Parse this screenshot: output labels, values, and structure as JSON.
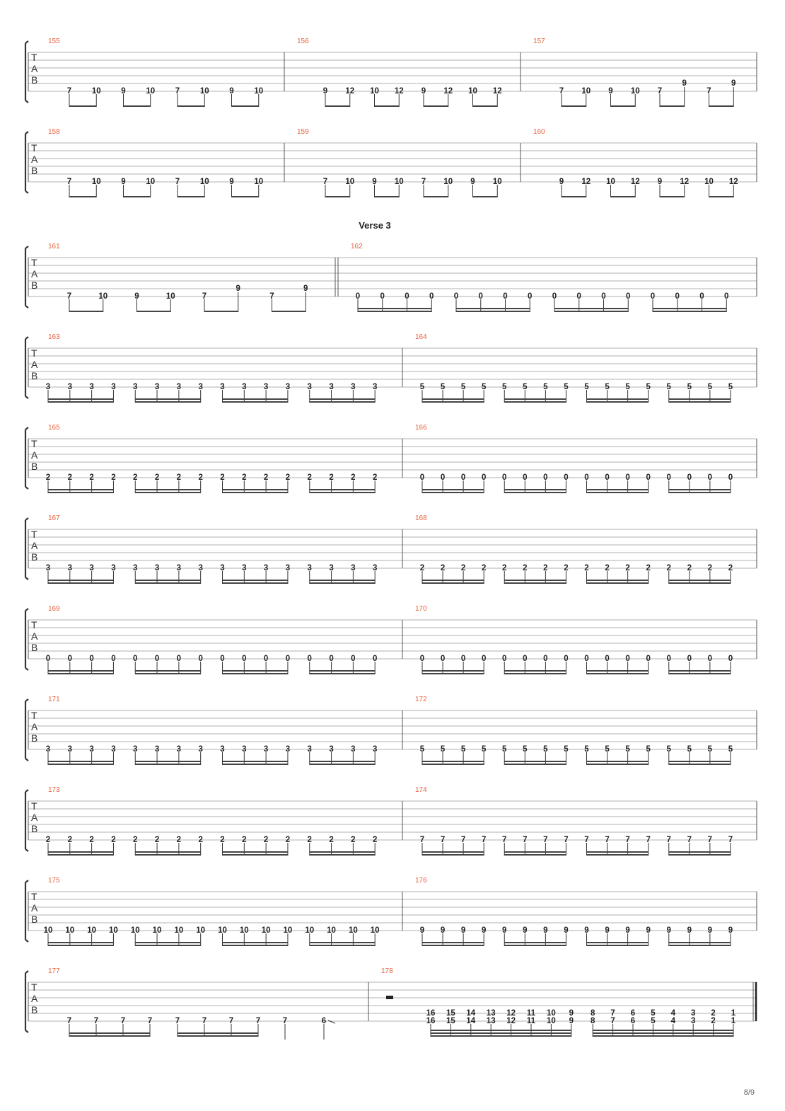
{
  "page_number": "8/9",
  "tab_clef": [
    "T",
    "A",
    "B"
  ],
  "colors": {
    "measure_number": "#e8603c",
    "staff_line": "#999999",
    "note_text": "#222222"
  },
  "systems": [
    {
      "measures": [
        {
          "number": "155",
          "notes": [
            [
              "7"
            ],
            [
              "10"
            ],
            [
              "9"
            ],
            [
              "10"
            ],
            [
              "7"
            ],
            [
              "10"
            ],
            [
              "9"
            ],
            [
              "10"
            ]
          ],
          "beams": [
            [
              0,
              1
            ],
            [
              2,
              3
            ],
            [
              4,
              5
            ],
            [
              6,
              7
            ]
          ],
          "beam_count": 1
        },
        {
          "number": "156",
          "notes": [
            [
              "9"
            ],
            [
              "12"
            ],
            [
              "10"
            ],
            [
              "12"
            ],
            [
              "9"
            ],
            [
              "12"
            ],
            [
              "10"
            ],
            [
              "12"
            ]
          ],
          "beams": [
            [
              0,
              1
            ],
            [
              2,
              3
            ],
            [
              4,
              5
            ],
            [
              6,
              7
            ]
          ],
          "beam_count": 1
        },
        {
          "number": "157",
          "notes": [
            [
              "7"
            ],
            [
              "10"
            ],
            [
              "9"
            ],
            [
              "10"
            ],
            [
              "7"
            ],
            [
              "9"
            ],
            [
              "7"
            ],
            [
              "9"
            ]
          ],
          "raised": [
            5,
            7
          ],
          "beams": [
            [
              0,
              1
            ],
            [
              2,
              3
            ],
            [
              4,
              5
            ],
            [
              6,
              7
            ]
          ],
          "beam_count": 1
        }
      ]
    },
    {
      "measures": [
        {
          "number": "158",
          "notes": [
            [
              "7"
            ],
            [
              "10"
            ],
            [
              "9"
            ],
            [
              "10"
            ],
            [
              "7"
            ],
            [
              "10"
            ],
            [
              "9"
            ],
            [
              "10"
            ]
          ],
          "beams": [
            [
              0,
              1
            ],
            [
              2,
              3
            ],
            [
              4,
              5
            ],
            [
              6,
              7
            ]
          ],
          "beam_count": 1
        },
        {
          "number": "159",
          "notes": [
            [
              "7"
            ],
            [
              "10"
            ],
            [
              "9"
            ],
            [
              "10"
            ],
            [
              "7"
            ],
            [
              "10"
            ],
            [
              "9"
            ],
            [
              "10"
            ]
          ],
          "beams": [
            [
              0,
              1
            ],
            [
              2,
              3
            ],
            [
              4,
              5
            ],
            [
              6,
              7
            ]
          ],
          "beam_count": 1
        },
        {
          "number": "160",
          "notes": [
            [
              "9"
            ],
            [
              "12"
            ],
            [
              "10"
            ],
            [
              "12"
            ],
            [
              "9"
            ],
            [
              "12"
            ],
            [
              "10"
            ],
            [
              "12"
            ]
          ],
          "beams": [
            [
              0,
              1
            ],
            [
              2,
              3
            ],
            [
              4,
              5
            ],
            [
              6,
              7
            ]
          ],
          "beam_count": 1
        }
      ]
    },
    {
      "section_label": "Verse 3",
      "measures": [
        {
          "number": "161",
          "notes": [
            [
              "7"
            ],
            [
              "10"
            ],
            [
              "9"
            ],
            [
              "10"
            ],
            [
              "7"
            ],
            [
              "9"
            ],
            [
              "7"
            ],
            [
              "9"
            ]
          ],
          "raised": [
            5,
            7
          ],
          "beams": [
            [
              0,
              1
            ],
            [
              2,
              3
            ],
            [
              4,
              5
            ],
            [
              6,
              7
            ]
          ],
          "beam_count": 1,
          "double_bar_end": true
        },
        {
          "number": "162",
          "fret": "0",
          "count": 16,
          "beam_count": 2
        }
      ]
    },
    {
      "measures": [
        {
          "number": "163",
          "fret": "3",
          "count": 16,
          "beam_count": 2
        },
        {
          "number": "164",
          "fret": "5",
          "count": 16,
          "beam_count": 2
        }
      ]
    },
    {
      "measures": [
        {
          "number": "165",
          "fret": "2",
          "count": 16,
          "beam_count": 2
        },
        {
          "number": "166",
          "fret": "0",
          "count": 16,
          "beam_count": 2
        }
      ]
    },
    {
      "measures": [
        {
          "number": "167",
          "fret": "3",
          "count": 16,
          "beam_count": 2
        },
        {
          "number": "168",
          "fret": "2",
          "count": 16,
          "beam_count": 2
        }
      ]
    },
    {
      "measures": [
        {
          "number": "169",
          "fret": "0",
          "count": 16,
          "beam_count": 2
        },
        {
          "number": "170",
          "fret": "0",
          "count": 16,
          "beam_count": 2
        }
      ]
    },
    {
      "measures": [
        {
          "number": "171",
          "fret": "3",
          "count": 16,
          "beam_count": 2
        },
        {
          "number": "172",
          "fret": "5",
          "count": 16,
          "beam_count": 2
        }
      ]
    },
    {
      "measures": [
        {
          "number": "173",
          "fret": "2",
          "count": 16,
          "beam_count": 2
        },
        {
          "number": "174",
          "fret": "7",
          "count": 16,
          "beam_count": 2
        }
      ]
    },
    {
      "measures": [
        {
          "number": "175",
          "fret": "10",
          "count": 16,
          "beam_count": 2
        },
        {
          "number": "176",
          "fret": "9",
          "count": 16,
          "beam_count": 2
        }
      ]
    },
    {
      "measures": [
        {
          "number": "177",
          "notes": [
            [
              "7"
            ],
            [
              "7"
            ],
            [
              "7"
            ],
            [
              "7"
            ],
            [
              "7"
            ],
            [
              "7"
            ],
            [
              "7"
            ],
            [
              "7"
            ],
            [
              "7"
            ],
            [
              "6"
            ]
          ],
          "beams": [
            [
              0,
              3
            ],
            [
              4,
              7
            ]
          ],
          "beam_count": 2,
          "single_stems": [
            8,
            9
          ],
          "slide_after": 9
        },
        {
          "number": "178",
          "rest": true,
          "notes": [
            [
              "16",
              "16"
            ],
            [
              "15",
              "15"
            ],
            [
              "14",
              "14"
            ],
            [
              "13",
              "13"
            ],
            [
              "12",
              "12"
            ],
            [
              "11",
              "11"
            ],
            [
              "10",
              "10"
            ],
            [
              "9",
              "9"
            ],
            [
              "8",
              "8"
            ],
            [
              "7",
              "7"
            ],
            [
              "6",
              "6"
            ],
            [
              "5",
              "5"
            ],
            [
              "4",
              "4"
            ],
            [
              "3",
              "3"
            ],
            [
              "2",
              "2"
            ],
            [
              "1",
              "1"
            ]
          ],
          "beams": [
            [
              0,
              7
            ],
            [
              8,
              15
            ]
          ],
          "beam_count": 3,
          "final_bar": true
        }
      ]
    }
  ]
}
